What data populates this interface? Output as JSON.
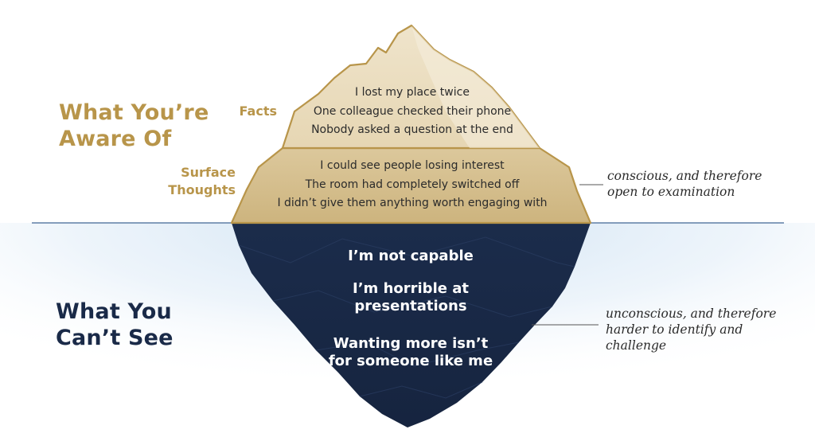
{
  "above": {
    "title_line1": "What You’re",
    "title_line2": "Aware Of",
    "facts_label": "Facts",
    "surface_label_line1": "Surface",
    "surface_label_line2": "Thoughts",
    "facts": [
      "I lost my place twice",
      "One colleague checked their phone",
      "Nobody asked a question at the end"
    ],
    "surface_thoughts": [
      "I could see people losing interest",
      "The room had completely switched off",
      "I didn’t give them anything worth engaging with"
    ],
    "note_line1": "conscious, and therefore",
    "note_line2": "open to examination"
  },
  "below": {
    "title_line1": "What You",
    "title_line2": "Can’t See",
    "beliefs": [
      {
        "line1": "I’m not capable",
        "line2": ""
      },
      {
        "line1": "I’m horrible at",
        "line2": "presentations"
      },
      {
        "line1": "Wanting more isn’t",
        "line2": "for someone like me"
      }
    ],
    "note_line1": "unconscious, and therefore",
    "note_line2": "harder to identify and",
    "note_line3": "challenge"
  },
  "colors": {
    "gold": "#b8954a",
    "peak_light": "#eadcbe",
    "band_gold": "#d3bd8b",
    "navy": "#1a2a48",
    "waterline": "#5f7fa6",
    "water_glow": "#dbe9f5"
  }
}
